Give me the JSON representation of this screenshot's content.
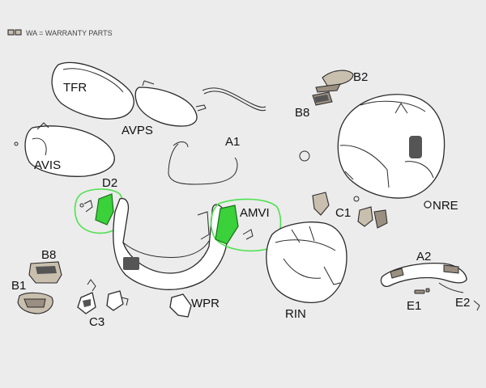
{
  "legend": {
    "text": "WA = WARRANTY PARTS",
    "swatch_color": "#c9bfae"
  },
  "highlight_color": "#3ad13a",
  "labels": {
    "TFR": "TFR",
    "AVPS": "AVPS",
    "A1": "A1",
    "AVIS": "AVIS",
    "D2": "D2",
    "AMVI": "AMVI",
    "B2": "B2",
    "B8_top": "B8",
    "C1": "C1",
    "NRE": "NRE",
    "B8_left": "B8",
    "B1": "B1",
    "C3": "C3",
    "WPR": "WPR",
    "RIN": "RIN",
    "A2": "A2",
    "E1": "E1",
    "E2": "E2"
  }
}
